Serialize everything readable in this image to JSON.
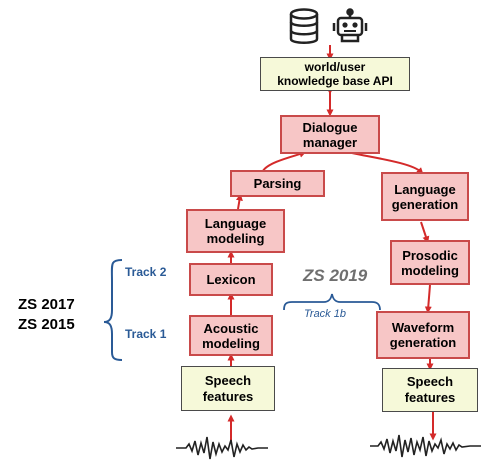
{
  "icons": [
    "database-icon",
    "robot-icon"
  ],
  "boxes": {
    "knowledge_base": "world/user\nknowledge base API",
    "dialogue_manager": "Dialogue\nmanager",
    "parsing": "Parsing",
    "language_modeling": "Language\nmodeling",
    "lexicon": "Lexicon",
    "acoustic_modeling": "Acoustic\nmodeling",
    "speech_features_left": "Speech\nfeatures",
    "language_generation": "Language\ngeneration",
    "prosodic_modeling": "Prosodic\nmodeling",
    "waveform_generation": "Waveform\ngeneration",
    "speech_features_right": "Speech\nfeatures"
  },
  "labels": {
    "track2": "Track 2",
    "track1": "Track 1",
    "zs2017": "ZS 2017",
    "zs2015": "ZS 2015",
    "zs2019": "ZS 2019",
    "track1b": "Track 1b"
  },
  "colors": {
    "model_box_fill": "#f7c6c6",
    "model_box_border": "#c94a4a",
    "feature_box_fill": "#f6f9d9",
    "arrow": "#d42a2a",
    "track_label": "#2a5a96",
    "zs2019_label": "#6f6f6f"
  }
}
